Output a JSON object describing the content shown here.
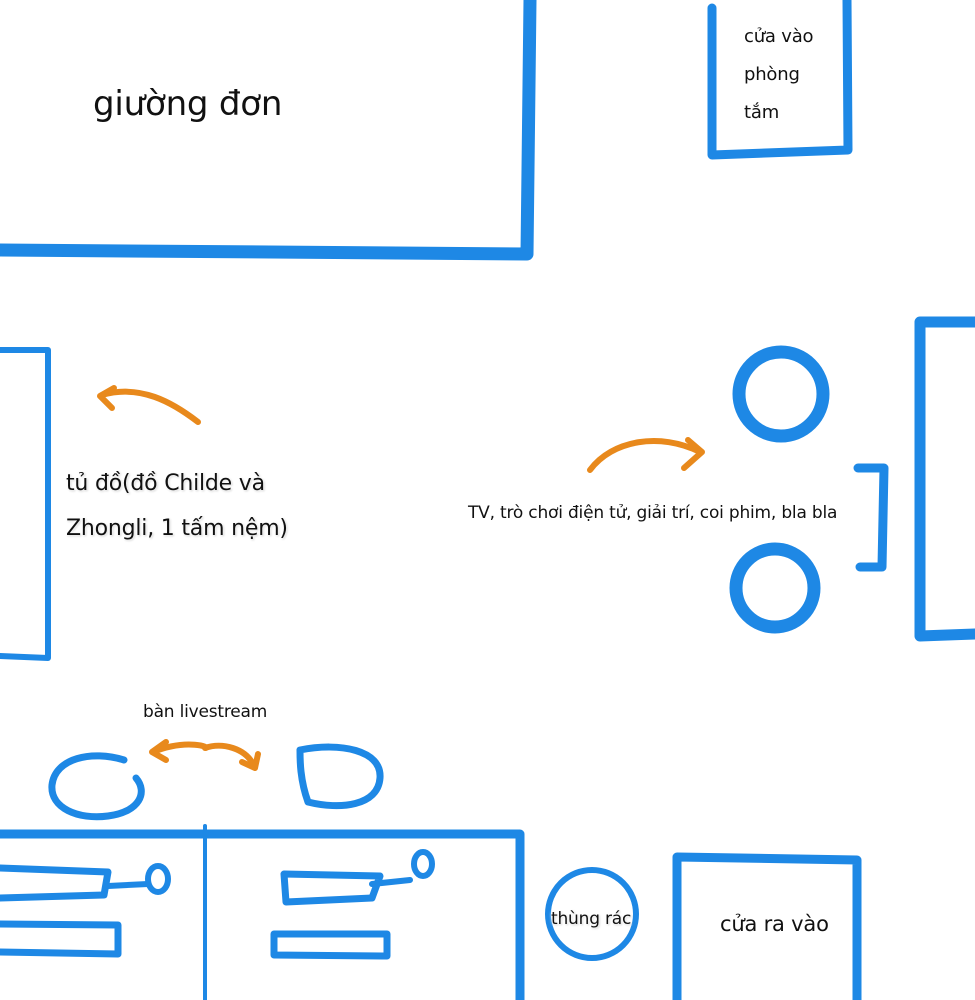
{
  "colors": {
    "wall": "#1e88e5",
    "arrow": "#e8891c",
    "text": "#111111",
    "background": "#ffffff"
  },
  "labels": {
    "bed": "giường đơn",
    "bathroom_door_line1": "cửa vào",
    "bathroom_door_line2": "phòng",
    "bathroom_door_line3": "tắm",
    "wardrobe_line1": "tủ đồ(đồ Childe và",
    "wardrobe_line2": "Zhongli, 1 tấm nệm)",
    "tv_area": "TV, trò chơi điện tử, giải trí, coi phim, bla bla",
    "livestream_desk": "bàn livestream",
    "trash_bin": "thùng rác",
    "entrance_door": "cửa ra vào"
  }
}
